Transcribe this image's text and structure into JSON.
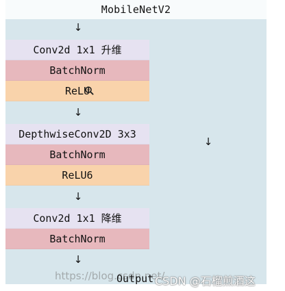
{
  "header": {
    "title": "MobileNetV2"
  },
  "flow": {
    "blocks": [
      {
        "label": "Conv2d 1x1 升维"
      },
      {
        "label": "BatchNorm"
      },
      {
        "label": "ReLU"
      },
      {
        "label": "DepthwiseConv2D 3x3"
      },
      {
        "label": "BatchNorm"
      },
      {
        "label": "ReLU6"
      },
      {
        "label": "Conv2d 1x1 降维"
      },
      {
        "label": "BatchNorm"
      }
    ],
    "output_label": "Output"
  },
  "overlay": {
    "watermark": "https://blog.csdn.net/",
    "credit": "CSDN @石榴煎酒这"
  },
  "icons": {
    "arrow_down": "down-arrow-icon",
    "zoom": "magnifier-icon"
  }
}
